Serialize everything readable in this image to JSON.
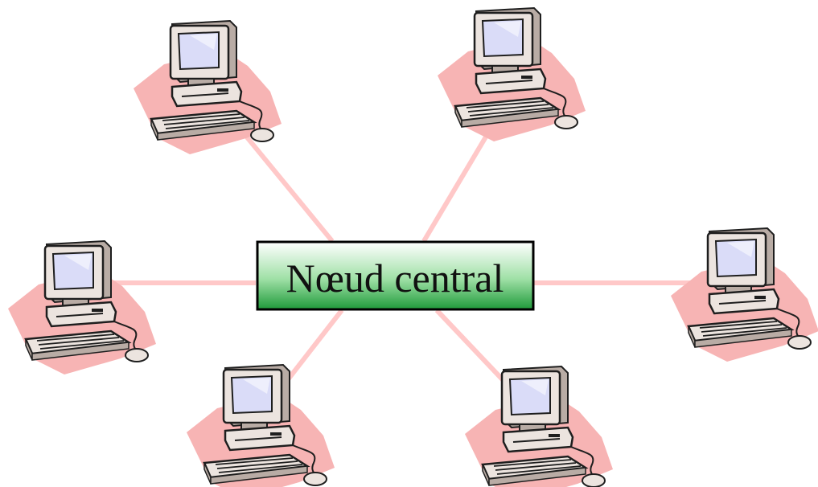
{
  "hub": {
    "label": "Nœud central",
    "fill_top": "#ffffff",
    "fill_bottom": "#1f9a3a",
    "border": "#000000"
  },
  "connector_color": "#ffc8c8",
  "nodes": [
    {
      "name": "computer-top-left",
      "icon": "desktop-computer-icon"
    },
    {
      "name": "computer-top-right",
      "icon": "desktop-computer-icon"
    },
    {
      "name": "computer-left",
      "icon": "desktop-computer-icon"
    },
    {
      "name": "computer-right",
      "icon": "desktop-computer-icon"
    },
    {
      "name": "computer-bottom-left",
      "icon": "desktop-computer-icon"
    },
    {
      "name": "computer-bottom-right",
      "icon": "desktop-computer-icon"
    }
  ],
  "computer_colors": {
    "shadow": "#f7b4b4",
    "case": "#ece4df",
    "case_shade": "#b9aca5",
    "screen": "#dadcf8",
    "outline": "#1e1e1e"
  }
}
